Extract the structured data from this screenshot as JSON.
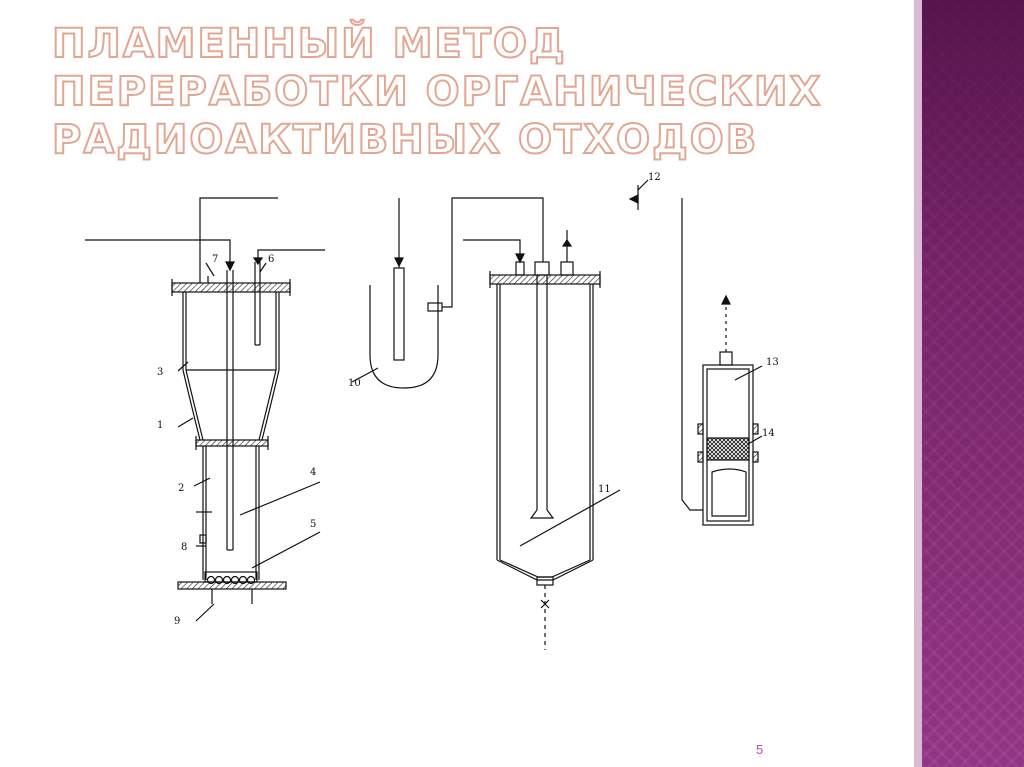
{
  "slide": {
    "title": "ПЛАМЕННЫЙ МЕТОД ПЕРЕРАБОТКИ ОРГАНИЧЕСКИХ РАДИОАКТИВНЫХ ОТХОДОВ",
    "page_number": "5"
  },
  "diagram": {
    "labels": [
      "1",
      "2",
      "3",
      "4",
      "5",
      "6",
      "7",
      "8",
      "9",
      "10",
      "11",
      "12",
      "13",
      "14"
    ]
  },
  "colors": {
    "title_outline": "#e3a692",
    "side_panel": "#6e1f61",
    "page_number": "#c044b0"
  }
}
